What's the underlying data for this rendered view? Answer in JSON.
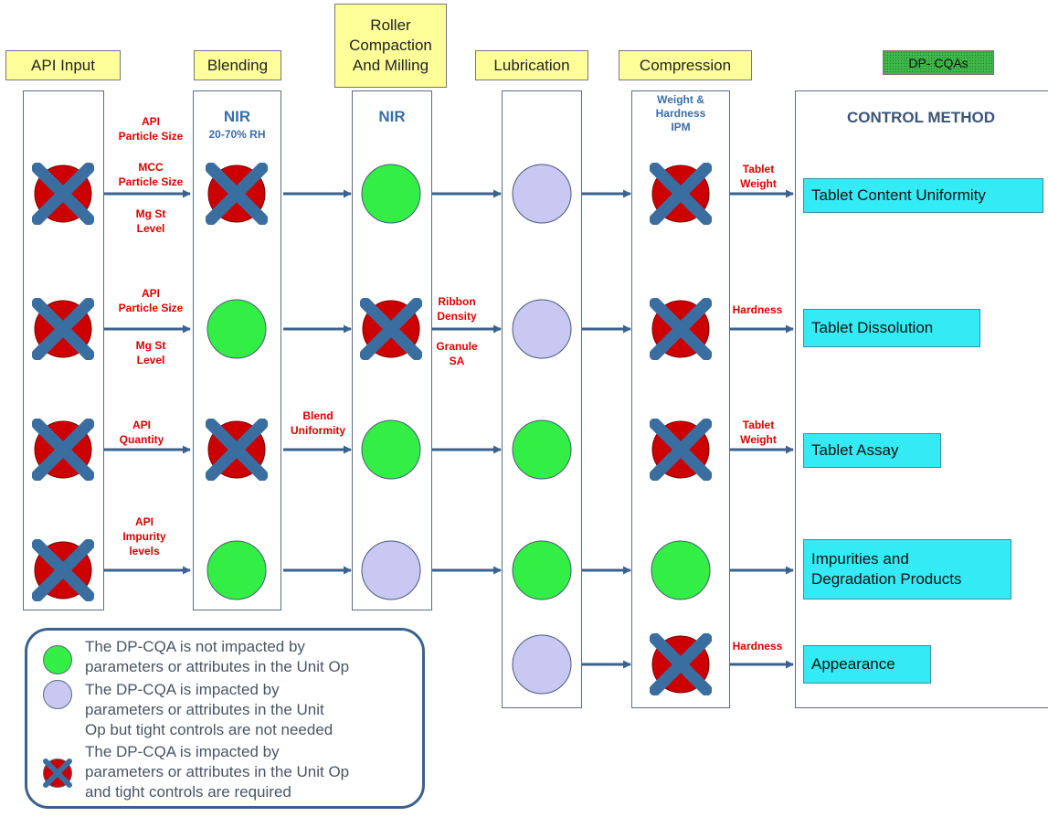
{
  "stages": {
    "api_input": "API Input",
    "blending": "Blending",
    "roller": "Roller\nCompaction\nAnd Milling",
    "lubrication": "Lubrication",
    "compression": "Compression",
    "dp_cqas": "DP- CQAs"
  },
  "column_headers": {
    "blending_nir": "NIR",
    "blending_rh": "20-70% RH",
    "roller_nir": "NIR",
    "compression_ipm": "Weight &\nHardness\nIPM",
    "control_method": "CONTROL METHOD"
  },
  "arrow_labels": {
    "row1_api_particle": "API\nParticle Size",
    "row1_mcc": "MCC\nParticle Size",
    "row1_mgst": "Mg St\nLevel",
    "row1_tablet_weight": "Tablet\nWeight",
    "row2_api_particle": "API\nParticle Size",
    "row2_mgst": "Mg St\nLevel",
    "row2_ribbon": "Ribbon\nDensity",
    "row2_granule": "Granule\nSA",
    "row2_hardness": "Hardness",
    "row3_api_quantity": "API\nQuantity",
    "row3_blend": "Blend\nUniformity",
    "row3_tablet_weight": "Tablet\nWeight",
    "row4_api_impurity": "API\nImpurity\nlevels",
    "row5_hardness": "Hardness"
  },
  "cqas": {
    "content_uniformity": "Tablet Content Uniformity",
    "dissolution": "Tablet Dissolution",
    "assay": "Tablet Assay",
    "impurities": "Impurities and\nDegradation Products",
    "appearance": "Appearance"
  },
  "impact_matrix": {
    "columns": [
      "API Input",
      "Blending",
      "Roller Compaction And Milling",
      "Lubrication",
      "Compression"
    ],
    "rows": [
      {
        "cqa": "Tablet Content Uniformity",
        "impacts": [
          "high",
          "high",
          "none",
          "low",
          "high"
        ]
      },
      {
        "cqa": "Tablet Dissolution",
        "impacts": [
          "high",
          "none",
          "high",
          "low",
          "high"
        ]
      },
      {
        "cqa": "Tablet Assay",
        "impacts": [
          "high",
          "high",
          "none",
          "none",
          "high"
        ]
      },
      {
        "cqa": "Impurities and Degradation Products",
        "impacts": [
          "high",
          "none",
          "low",
          "none",
          "none"
        ]
      },
      {
        "cqa": "Appearance",
        "impacts": [
          "",
          "",
          "",
          "low",
          "high"
        ]
      }
    ]
  },
  "legend": {
    "none": "The DP-CQA is not impacted by\nparameters or attributes in the Unit Op",
    "low": "The DP-CQA is impacted by\nparameters or attributes in the Unit\nOp but tight controls are not needed",
    "high": "The DP-CQA is impacted by\nparameters or attributes in the Unit Op\nand tight controls are required"
  },
  "colors": {
    "green": "#33ee44",
    "lavender": "#c8c8f2",
    "red": "#cc0000",
    "cross": "#3a6ea0",
    "arrow": "#3a6290",
    "label_fill": "#ffff99",
    "cqa_fill": "#33eaf5",
    "dp_fill": "#2ea83a"
  }
}
